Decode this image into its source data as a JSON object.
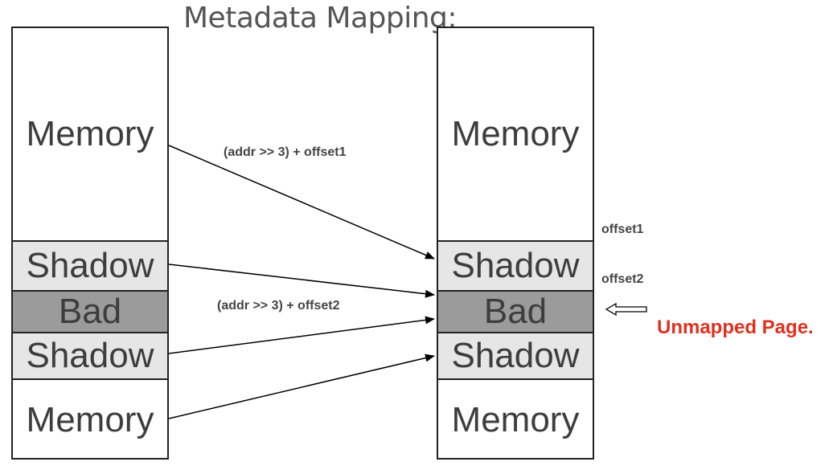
{
  "title": "Metadata Mapping:",
  "left_column": {
    "memory_top": "Memory",
    "shadow_1": "Shadow",
    "bad": "Bad",
    "shadow_2": "Shadow",
    "memory_bottom": "Memory"
  },
  "right_column": {
    "memory_top": "Memory",
    "shadow_1": "Shadow",
    "bad": "Bad",
    "shadow_2": "Shadow",
    "memory_bottom": "Memory"
  },
  "formulas": {
    "upper": "(addr >> 3) + offset1",
    "lower": "(addr >> 3) + offset2"
  },
  "offsets": {
    "offset1": "offset1",
    "offset2": "offset2"
  },
  "annotation": {
    "text": "Unmapped Page.",
    "color": "#e0301e"
  },
  "colors": {
    "shadow_fill": "#e6e6e6",
    "bad_fill": "#9b9b9b"
  }
}
